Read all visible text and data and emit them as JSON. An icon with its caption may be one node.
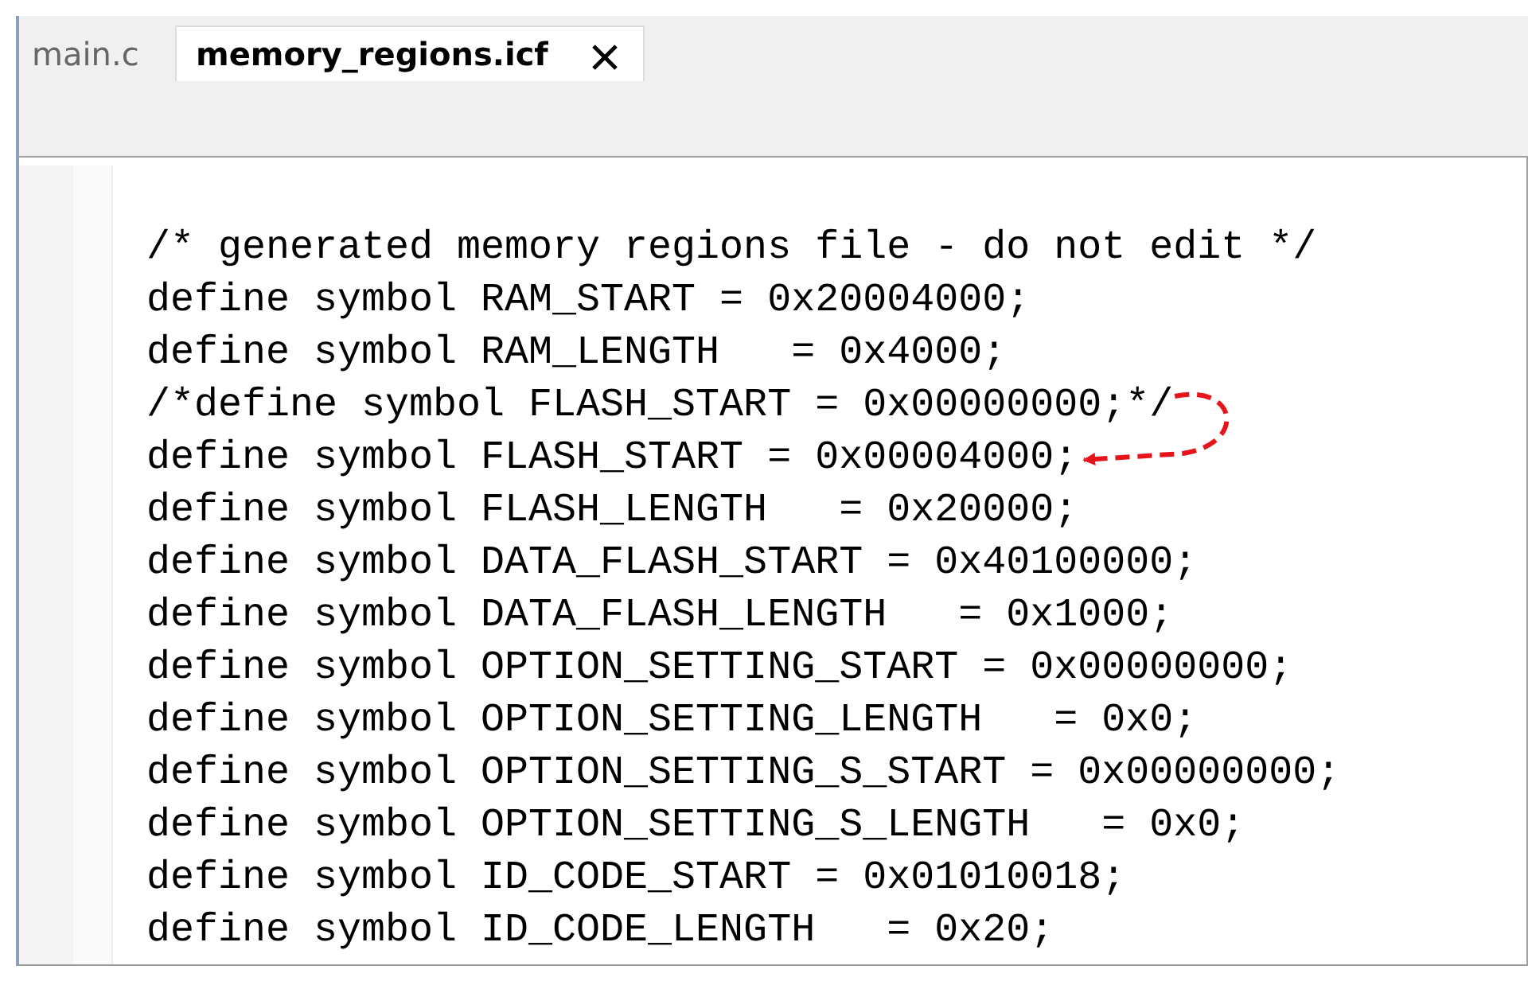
{
  "diagram": {
    "nodes": [
      {
        "text": [
          "/*define symbol FLASH_START = 0x00000000;*/"
        ]
      },
      {
        "text": [
          "define symbol FLASH_START = 0x00004000;"
        ]
      }
    ],
    "edges": [
      {
        "from": 0,
        "to": 1,
        "arrow": "to",
        "style": "dashed",
        "color": "#e8141c"
      }
    ],
    "labels": [
      "main.c",
      "memory_regions.icf",
      "/* generated memory regions file - do not edit */",
      "define symbol RAM_START = 0x20004000;",
      "define symbol RAM_LENGTH   = 0x4000;",
      "define symbol FLASH_LENGTH   = 0x20000;",
      "define symbol DATA_FLASH_START = 0x40100000;",
      "define symbol DATA_FLASH_LENGTH   = 0x1000;",
      "define symbol OPTION_SETTING_START = 0x00000000;",
      "define symbol OPTION_SETTING_LENGTH   = 0x0;",
      "define symbol OPTION_SETTING_S_START = 0x00000000;",
      "define symbol OPTION_SETTING_S_LENGTH   = 0x0;",
      "define symbol ID_CODE_START = 0x01010018;",
      "define symbol ID_CODE_LENGTH   = 0x20;"
    ]
  }
}
